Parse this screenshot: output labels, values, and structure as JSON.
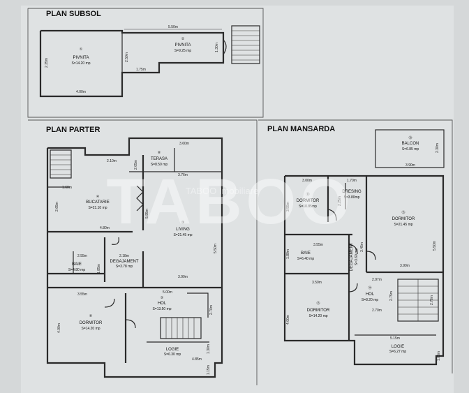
{
  "plans": {
    "subsol": {
      "title": "PLAN SUBSOL"
    },
    "parter": {
      "title": "PLAN PARTER"
    },
    "mansarda": {
      "title": "PLAN MANSARDA"
    }
  },
  "rooms": {
    "subsol_1": {
      "num": "①",
      "name": "PIVNITA",
      "area": "S=14.20 mp"
    },
    "subsol_2": {
      "num": "②",
      "name": "PIVNITA",
      "area": "S=9.25 mp"
    },
    "parter_bucatarie": {
      "num": "④",
      "name": "BUCATARIE",
      "area": "S=21.10 mp"
    },
    "parter_terasa": {
      "num": "⑧",
      "name": "TERASA",
      "area": "S=8.50 mp"
    },
    "parter_living": {
      "num": "③",
      "name": "LIVING",
      "area": "S=21.45 mp"
    },
    "parter_baie": {
      "num": "",
      "name": "BAIE",
      "area": "S=4.80 mp"
    },
    "parter_degajament": {
      "num": "",
      "name": "DEGAJAMENT",
      "area": "S=3.78 mp"
    },
    "parter_hol": {
      "num": "⑤",
      "name": "HOL",
      "area": "S=13.50 mp"
    },
    "parter_dormitor": {
      "num": "⑥",
      "name": "DORMITOR",
      "area": "S=14.20 mp"
    },
    "parter_logie": {
      "num": "",
      "name": "LOGIE",
      "area": "S=6.30 mp"
    },
    "mans_balcon": {
      "num": "⑲",
      "name": "BALCON",
      "area": "S=6.85 mp"
    },
    "mans_dormitor1": {
      "num": "⑪",
      "name": "DORMITOR",
      "area": "S=10.85mp"
    },
    "mans_dressing": {
      "num": "",
      "name": "DRESING",
      "area": "S=3.80mp"
    },
    "mans_dormitor2": {
      "num": "⑬",
      "name": "DORMITOR",
      "area": "S=21.45 mp"
    },
    "mans_baie": {
      "num": "",
      "name": "BAIE",
      "area": "S=6.40 mp"
    },
    "mans_degajament": {
      "num": "",
      "name": "DEGAJAMENT",
      "area": "S=3.60 mp"
    },
    "mans_hol": {
      "num": "⑭",
      "name": "HOL",
      "area": "S=8.20 mp"
    },
    "mans_dormitor3": {
      "num": "⑬",
      "name": "DORMITOR",
      "area": "S=14.20 mp"
    },
    "mans_logie": {
      "num": "",
      "name": "LOGIE",
      "area": "S=6.27 mp"
    }
  },
  "dimensions": {
    "sub_550": "5.50m",
    "sub_235": "2.35m",
    "sub_250": "2.50m",
    "sub_175": "1.75m",
    "sub_400": "4.00m",
    "sub_130": "1.30m",
    "par_360": "3.60m",
    "par_210": "2.10m",
    "par_205": "2.05m",
    "par_376": "3.76m",
    "par_160": "1.60m",
    "par_265": "2.65m",
    "par_480": "4.80m",
    "par_595": "5.95m",
    "par_550": "5.50m",
    "par_255": "2.55m",
    "par_218": "2.18m",
    "par_185": "1.85m",
    "par_390": "3.90m",
    "par_355": "3.55m",
    "par_500": "5.00m",
    "par_270": "2.70m",
    "par_400": "4.00m",
    "par_485": "4.85m",
    "par_130": "1.30m",
    "par_115": "1.15m",
    "man_390a": "3.90m",
    "man_230": "2.30m",
    "man_300": "3.00m",
    "man_170": "1.70m",
    "man_225": "2.25m",
    "man_355a": "3.55m",
    "man_355b": "3.55m",
    "man_180": "1.80m",
    "man_345": "3.45m",
    "man_550": "5.50m",
    "man_390b": "3.90m",
    "man_297": "2.97m",
    "man_350": "3.50m",
    "man_275": "2.75m",
    "man_276": "2.76m",
    "man_270": "2.70m",
    "man_400": "4.00m",
    "man_515": "5.15m",
    "man_185": "1.85m"
  },
  "watermark": {
    "brand": "TABOO",
    "text": "TABOO Imobiliare"
  }
}
